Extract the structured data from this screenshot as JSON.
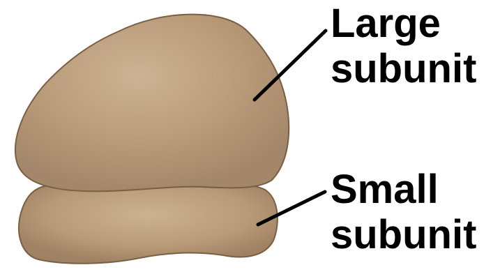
{
  "labels": {
    "large_subunit": {
      "line1": "Large",
      "line2": "subunit"
    },
    "small_subunit": {
      "line1": "Small",
      "line2": "subunit"
    }
  },
  "colors": {
    "subunit_fill": "#b89a78",
    "subunit_highlight": "#cbb190",
    "subunit_shadow": "#9c7f5f",
    "subunit_outline": "#7a5f42",
    "leader_line": "#000000",
    "background": "#ffffff"
  }
}
